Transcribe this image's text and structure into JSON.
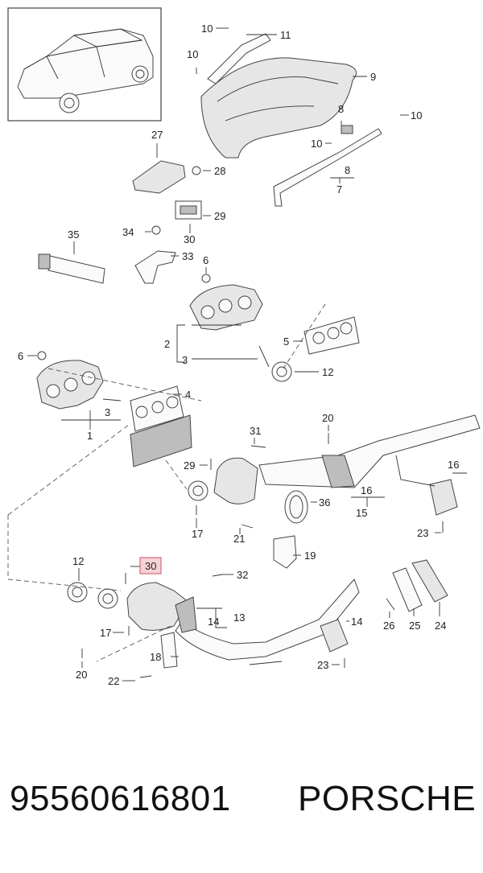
{
  "footer": {
    "part_number": "95560616801",
    "brand": "PORSCHE"
  },
  "highlight": {
    "label": "30",
    "fill": "#f6d2d6",
    "stroke": "#d06a7a"
  },
  "callouts": {
    "c1": "1",
    "c2": "2",
    "c3": "3",
    "c3b": "3",
    "c4": "4",
    "c5": "5",
    "c6": "6",
    "c6b": "6",
    "c7": "7",
    "c8": "8",
    "c8b": "8",
    "c9": "9",
    "c10a": "10",
    "c10b": "10",
    "c10c": "10",
    "c10d": "10",
    "c11": "11",
    "c12": "12",
    "c12b": "12",
    "c13": "13",
    "c14": "14",
    "c14b": "14",
    "c15": "15",
    "c16": "16",
    "c16b": "16",
    "c17": "17",
    "c17b": "17",
    "c18": "18",
    "c19": "19",
    "c20": "20",
    "c20b": "20",
    "c21": "21",
    "c22": "22",
    "c23": "23",
    "c23b": "23",
    "c24": "24",
    "c25": "25",
    "c26": "26",
    "c27": "27",
    "c28": "28",
    "c29": "29",
    "c29b": "29",
    "c30": "30",
    "c31": "31",
    "c32": "32",
    "c33": "33",
    "c34": "34",
    "c35": "35",
    "c36": "36"
  }
}
